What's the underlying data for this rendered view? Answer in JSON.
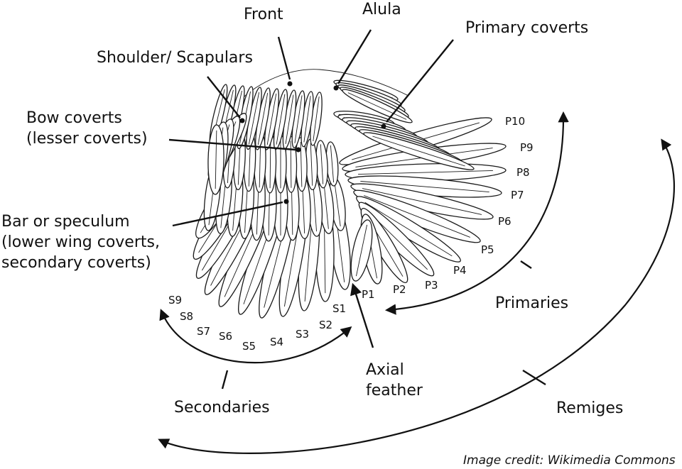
{
  "labels": {
    "front": "Front",
    "alula": "Alula",
    "primary_coverts": "Primary coverts",
    "shoulder": "Shoulder/ Scapulars",
    "bow_coverts_1": "Bow coverts",
    "bow_coverts_2": "(lesser coverts)",
    "bar_1": "Bar or speculum",
    "bar_2": "(lower wing coverts,",
    "bar_3": "secondary coverts)",
    "primaries": "Primaries",
    "secondaries": "Secondaries",
    "remiges": "Remiges",
    "axial_1": "Axial",
    "axial_2": "feather"
  },
  "primary_numbers": [
    "P1",
    "P2",
    "P3",
    "P4",
    "P5",
    "P6",
    "P7",
    "P8",
    "P9",
    "P10"
  ],
  "secondary_numbers": [
    "S1",
    "S2",
    "S3",
    "S4",
    "S5",
    "S6",
    "S7",
    "S8",
    "S9"
  ],
  "credit": "Image credit: Wikimedia Commons",
  "colors": {
    "line": "#111111",
    "background": "#ffffff",
    "feather_fill": "#ffffff"
  }
}
